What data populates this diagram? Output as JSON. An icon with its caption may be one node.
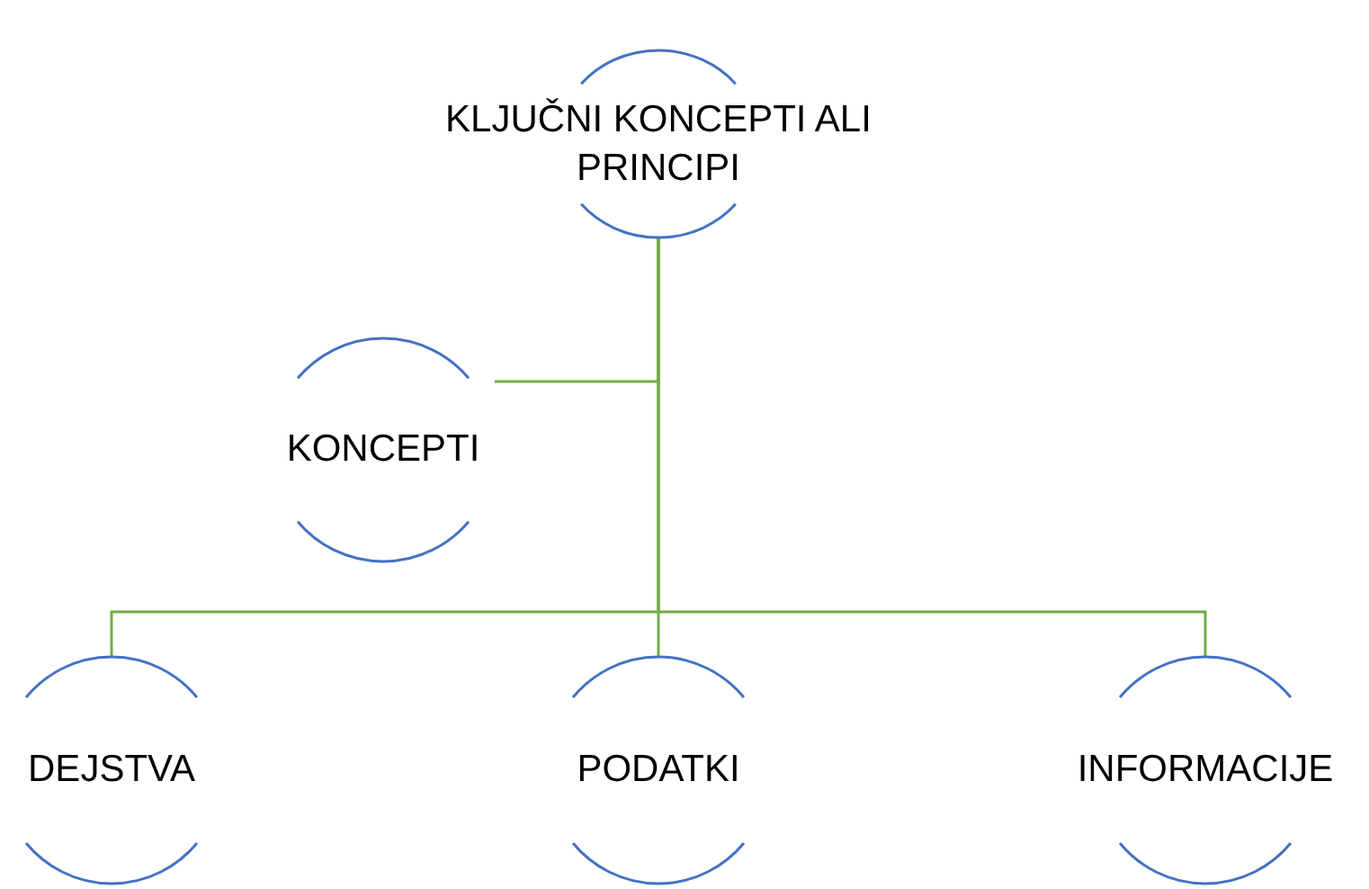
{
  "diagram": {
    "nodes": [
      {
        "text": [
          "KLJUČNI KONCEPTI ALI PRINCIPI"
        ]
      },
      {
        "text": [
          "KONCEPTI"
        ]
      },
      {
        "text": [
          "DEJSTVA"
        ]
      },
      {
        "text": [
          "PODATKI"
        ]
      },
      {
        "text": [
          "INFORMACIJE"
        ]
      }
    ],
    "edges": [
      {
        "from": 0,
        "to": 1,
        "arrow": "none"
      },
      {
        "from": 0,
        "to": 2,
        "arrow": "none"
      },
      {
        "from": 0,
        "to": 3,
        "arrow": "none"
      },
      {
        "from": 0,
        "to": 4,
        "arrow": "none"
      }
    ]
  }
}
